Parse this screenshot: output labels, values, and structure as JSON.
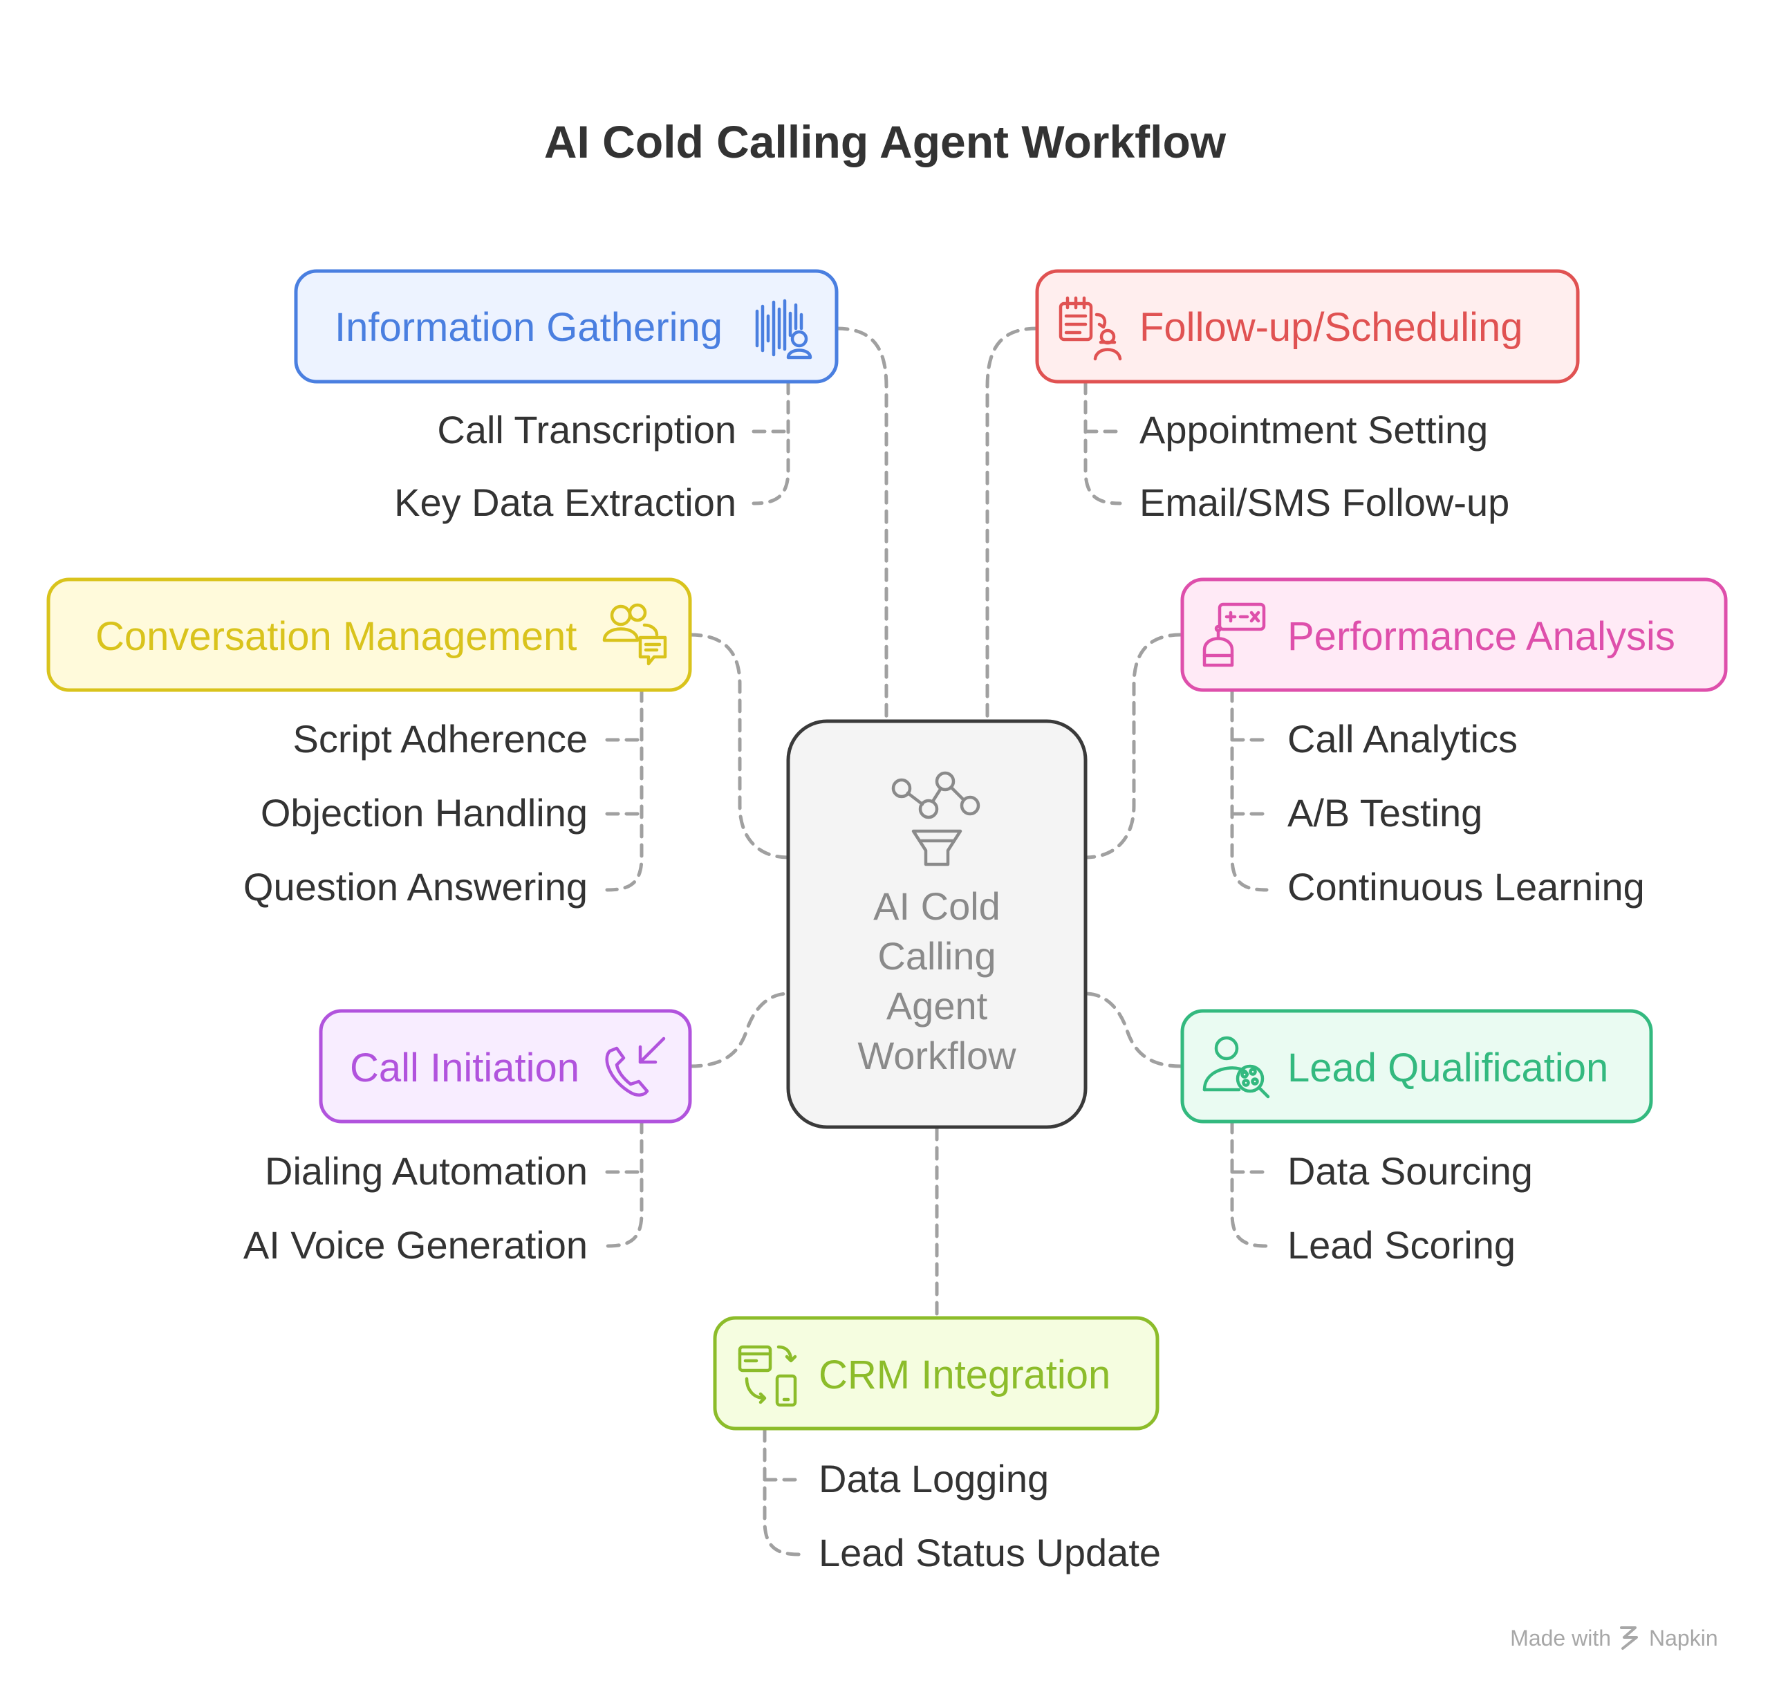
{
  "title": "AI Cold Calling Agent Workflow",
  "center": {
    "lines": [
      "AI Cold",
      "Calling",
      "Agent",
      "Workflow"
    ]
  },
  "nodes": [
    {
      "id": "information-gathering",
      "label": "Information Gathering",
      "color": "#4a7fe0",
      "fill": "#edf3ff",
      "items": [
        "Call Transcription",
        "Key Data Extraction"
      ]
    },
    {
      "id": "follow-up-scheduling",
      "label": "Follow-up/Scheduling",
      "color": "#e05252",
      "fill": "#ffeeee",
      "items": [
        "Appointment Setting",
        "Email/SMS Follow-up"
      ]
    },
    {
      "id": "conversation-management",
      "label": "Conversation Management",
      "color": "#d9c31c",
      "fill": "#fffadb",
      "items": [
        "Script Adherence",
        "Objection Handling",
        "Question Answering"
      ]
    },
    {
      "id": "performance-analysis",
      "label": "Performance Analysis",
      "color": "#de4fab",
      "fill": "#ffeaf6",
      "items": [
        "Call Analytics",
        "A/B Testing",
        "Continuous Learning"
      ]
    },
    {
      "id": "call-initiation",
      "label": "Call Initiation",
      "color": "#b153dd",
      "fill": "#f8edff",
      "items": [
        "Dialing Automation",
        "AI Voice Generation"
      ]
    },
    {
      "id": "lead-qualification",
      "label": "Lead Qualification",
      "color": "#33b97f",
      "fill": "#eafbf2",
      "items": [
        "Data Sourcing",
        "Lead Scoring"
      ]
    },
    {
      "id": "crm-integration",
      "label": "CRM Integration",
      "color": "#8cbc2a",
      "fill": "#f5fde0",
      "items": [
        "Data Logging",
        "Lead Status Update"
      ]
    }
  ],
  "icons": {
    "information-gathering": "soundwave-person-icon",
    "follow-up-scheduling": "calendar-person-icon",
    "conversation-management": "people-chat-icon",
    "performance-analysis": "dashboard-robot-icon",
    "call-initiation": "incoming-call-icon",
    "lead-qualification": "person-search-icon",
    "crm-integration": "sync-devices-icon",
    "center": "network-funnel-icon"
  },
  "footer": {
    "made_with": "Made with",
    "brand": "Napkin"
  }
}
